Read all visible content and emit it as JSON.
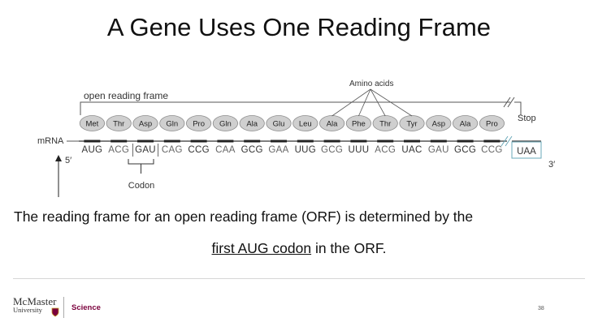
{
  "slide": {
    "title": "A Gene Uses One Reading Frame",
    "body_line1": "The reading frame for an open reading frame (ORF) is determined by the",
    "body_line2_link": "first AUG codon",
    "body_line2_rest": " in the ORF.",
    "page_number": "38"
  },
  "diagram": {
    "orf_label": "open reading frame",
    "amino_acids_label": "Amino acids",
    "mrna_label": "mRNA",
    "five_prime": "5′",
    "three_prime": "3′",
    "codon_label": "Codon",
    "stop_label": "Stop",
    "stop_codon": "UAA",
    "amino_acids": [
      "Met",
      "Thr",
      "Asp",
      "Gln",
      "Pro",
      "Gln",
      "Ala",
      "Glu",
      "Leu",
      "Ala",
      "Phe",
      "Thr",
      "Tyr",
      "Asp",
      "Ala",
      "Pro"
    ],
    "codons": [
      "AUG",
      "ACG",
      "GAU",
      "CAG",
      "CCG",
      "CAA",
      "GCG",
      "GAA",
      "UUG",
      "GCG",
      "UUU",
      "ACG",
      "UAC",
      "GAU",
      "GCG",
      "CCG"
    ],
    "colors": {
      "oval_fill": "#cfcfcf",
      "oval_stroke": "#8a8a8a",
      "line": "#555555",
      "accent_teal": "#6aa8b8"
    }
  },
  "footer": {
    "logo_name": "McMaster",
    "logo_sub": "University",
    "department": "Science",
    "brand_color": "#7a003c"
  }
}
